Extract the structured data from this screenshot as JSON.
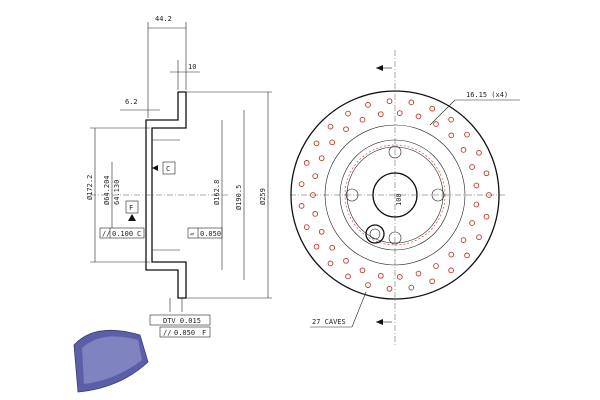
{
  "side_view": {
    "dim_hub_height": "44.2",
    "dim_flange": "10",
    "dim_offset": "6.2",
    "dim_d172": "Ø172.2",
    "dim_d64a": "Ø64.204",
    "dim_d64b": "64.130",
    "dim_d162": "Ø162.8",
    "dim_d190": "Ø190.5",
    "dim_d259": "Ø259",
    "datum_c": "C",
    "datum_f": "F",
    "tol_perp_value": "0.100",
    "tol_perp_ref": "C",
    "tol_flat_value": "0.050",
    "tol_dtv": "DTV 0.015",
    "tol_par_value": "0.050",
    "tol_par_ref": "F"
  },
  "front_view": {
    "hole_dim": "16.15 (x4)",
    "center_dim": "100",
    "caves": "27 CAVES"
  },
  "colors": {
    "line": "#222222",
    "drill_hole": "#c0392b",
    "thumbnail": "#5b5fa8"
  }
}
